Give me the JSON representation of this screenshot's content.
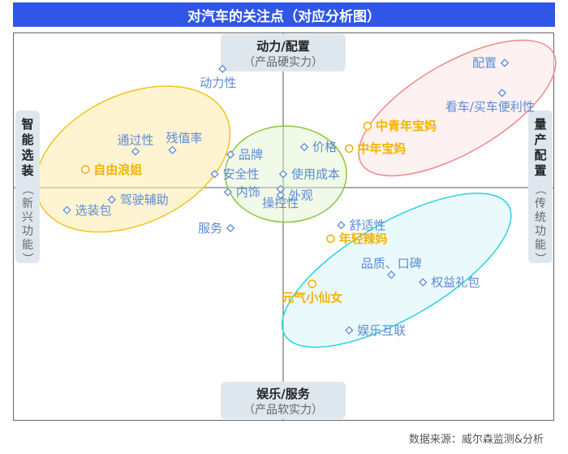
{
  "chart_data": {
    "type": "scatter",
    "title": "对汽车的关注点（对应分析图）",
    "axes": {
      "top": {
        "label": "动力/配置",
        "sub": "（产品硬实力）"
      },
      "bottom": {
        "label": "娱乐/服务",
        "sub": "（产品软实力）"
      },
      "left": {
        "label": "智能选装",
        "sub": "（新兴功能）"
      },
      "right": {
        "label": "量产配置",
        "sub": "（传统功能）"
      }
    },
    "clusters": [
      {
        "name": "yellow",
        "color": "#f4c21c",
        "fill": "rgba(253,236,180,0.6)",
        "cx": -0.57,
        "cy": 0.19,
        "rx": 0.39,
        "ry": 0.43,
        "rot": -25
      },
      {
        "name": "green",
        "color": "#8cc63f",
        "fill": "rgba(225,243,205,0.45)",
        "cx": 0.01,
        "cy": 0.09,
        "rx": 0.23,
        "ry": 0.32,
        "rot": 0
      },
      {
        "name": "red",
        "color": "#f08a8a",
        "fill": "rgba(252,228,228,0.5)",
        "cx": 0.66,
        "cy": 0.53,
        "rx": 0.42,
        "ry": 0.3,
        "rot": -30
      },
      {
        "name": "cyan",
        "color": "#28d1e0",
        "fill": "rgba(214,246,250,0.5)",
        "cx": 0.43,
        "cy": -0.55,
        "rx": 0.49,
        "ry": 0.32,
        "rot": -30
      }
    ],
    "attributes": {
      "color": "#5b8bd6",
      "points": [
        {
          "label": "动力性",
          "x": -0.23,
          "y": 0.79,
          "pos": "below-left"
        },
        {
          "label": "配置",
          "x": 0.84,
          "y": 0.83,
          "pos": "left"
        },
        {
          "label": "看车/买车便利性",
          "x": 0.83,
          "y": 0.63,
          "pos": "below-right"
        },
        {
          "label": "通过性",
          "x": -0.56,
          "y": 0.24,
          "pos": "above"
        },
        {
          "label": "残值率",
          "x": -0.42,
          "y": 0.25,
          "pos": "above-right"
        },
        {
          "label": "品牌",
          "x": -0.2,
          "y": 0.22,
          "pos": "right"
        },
        {
          "label": "价格",
          "x": 0.08,
          "y": 0.27,
          "pos": "right"
        },
        {
          "label": "安全性",
          "x": -0.26,
          "y": 0.09,
          "pos": "right"
        },
        {
          "label": "使用成本",
          "x": 0.0,
          "y": 0.09,
          "pos": "right"
        },
        {
          "label": "内饰",
          "x": -0.21,
          "y": -0.03,
          "pos": "right"
        },
        {
          "label": "外观",
          "x": -0.01,
          "y": -0.05,
          "pos": "right"
        },
        {
          "label": "操控性",
          "x": -0.01,
          "y": -0.01,
          "pos": "below"
        },
        {
          "label": "驾驶辅助",
          "x": -0.65,
          "y": -0.08,
          "pos": "right"
        },
        {
          "label": "选装包",
          "x": -0.82,
          "y": -0.15,
          "pos": "right"
        },
        {
          "label": "服务",
          "x": -0.2,
          "y": -0.27,
          "pos": "left"
        },
        {
          "label": "舒适性",
          "x": 0.22,
          "y": -0.25,
          "pos": "right"
        },
        {
          "label": "品质、口碑",
          "x": 0.41,
          "y": -0.58,
          "pos": "above"
        },
        {
          "label": "权益礼包",
          "x": 0.53,
          "y": -0.63,
          "pos": "right"
        },
        {
          "label": "娱乐互联",
          "x": 0.25,
          "y": -0.95,
          "pos": "right"
        }
      ]
    },
    "segments": {
      "color": "#f4b400",
      "points": [
        {
          "label": "中青年宝妈",
          "x": 0.32,
          "y": 0.41,
          "pos": "right"
        },
        {
          "label": "中年宝妈",
          "x": 0.25,
          "y": 0.26,
          "pos": "right"
        },
        {
          "label": "自由浪姐",
          "x": -0.75,
          "y": 0.12,
          "pos": "right"
        },
        {
          "label": "年轻辣妈",
          "x": 0.18,
          "y": -0.34,
          "pos": "right"
        },
        {
          "label": "元气小仙女",
          "x": 0.11,
          "y": -0.64,
          "pos": "below"
        }
      ]
    },
    "source": "数据来源：威尔森监测&分析"
  }
}
